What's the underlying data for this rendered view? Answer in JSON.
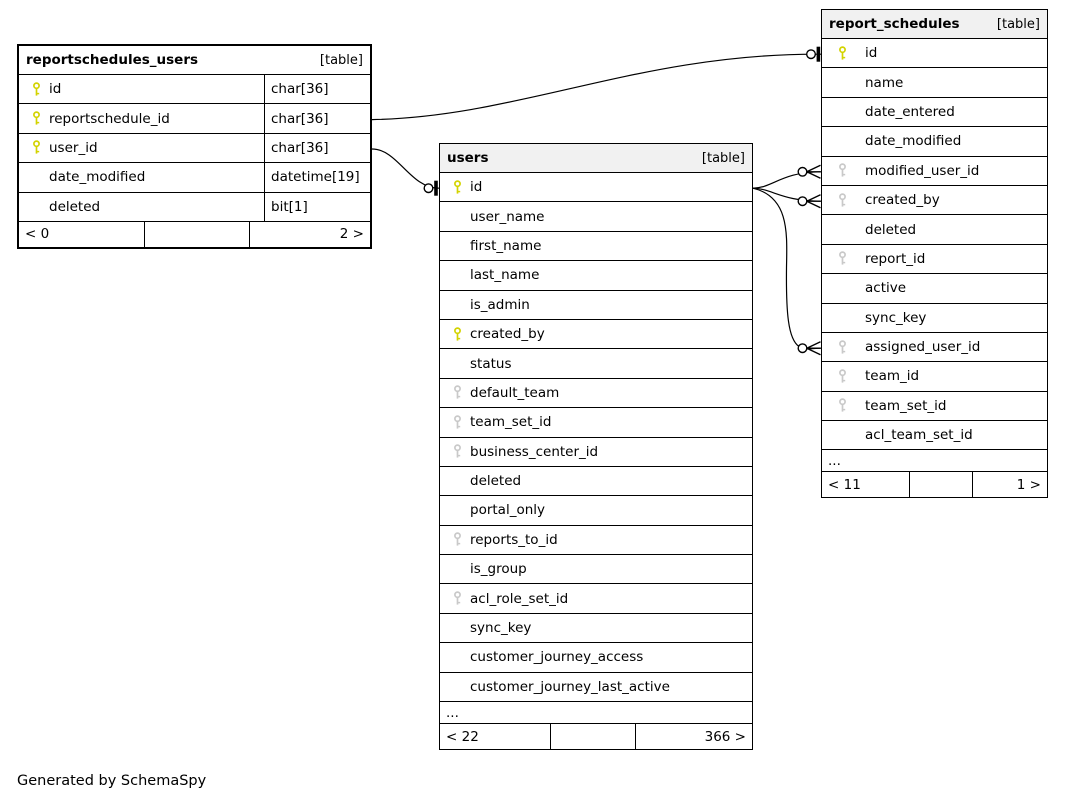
{
  "credit": "Generated by SchemaSpy",
  "key_colors": {
    "primary_key": "#d3d300",
    "foreign_key": "#c9c9c9"
  },
  "tables": [
    {
      "title": "reportschedules_users",
      "badge": "[table]",
      "columns": [
        {
          "name": "id",
          "type": "char[36]",
          "key": "primary"
        },
        {
          "name": "reportschedule_id",
          "type": "char[36]",
          "key": "primary"
        },
        {
          "name": "user_id",
          "type": "char[36]",
          "key": "primary"
        },
        {
          "name": "date_modified",
          "type": "datetime[19]",
          "key": "none"
        },
        {
          "name": "deleted",
          "type": "bit[1]",
          "key": "none"
        }
      ],
      "footer": {
        "left": "< 0",
        "right": "2 >"
      }
    },
    {
      "title": "users",
      "badge": "[table]",
      "ellipsis_label": "...",
      "columns": [
        {
          "name": "id",
          "key": "primary"
        },
        {
          "name": "user_name",
          "key": "none"
        },
        {
          "name": "first_name",
          "key": "none"
        },
        {
          "name": "last_name",
          "key": "none"
        },
        {
          "name": "is_admin",
          "key": "none"
        },
        {
          "name": "created_by",
          "key": "primary"
        },
        {
          "name": "status",
          "key": "none"
        },
        {
          "name": "default_team",
          "key": "fk"
        },
        {
          "name": "team_set_id",
          "key": "fk"
        },
        {
          "name": "business_center_id",
          "key": "fk"
        },
        {
          "name": "deleted",
          "key": "none"
        },
        {
          "name": "portal_only",
          "key": "none"
        },
        {
          "name": "reports_to_id",
          "key": "fk"
        },
        {
          "name": "is_group",
          "key": "none"
        },
        {
          "name": "acl_role_set_id",
          "key": "fk"
        },
        {
          "name": "sync_key",
          "key": "none"
        },
        {
          "name": "customer_journey_access",
          "key": "none"
        },
        {
          "name": "customer_journey_last_active",
          "key": "none"
        }
      ],
      "footer": {
        "left": "< 22",
        "right": "366 >"
      }
    },
    {
      "title": "report_schedules",
      "badge": "[table]",
      "ellipsis_label": "...",
      "columns": [
        {
          "name": "id",
          "key": "primary"
        },
        {
          "name": "name",
          "key": "none"
        },
        {
          "name": "date_entered",
          "key": "none"
        },
        {
          "name": "date_modified",
          "key": "none"
        },
        {
          "name": "modified_user_id",
          "key": "fk"
        },
        {
          "name": "created_by",
          "key": "fk"
        },
        {
          "name": "deleted",
          "key": "none"
        },
        {
          "name": "report_id",
          "key": "fk"
        },
        {
          "name": "active",
          "key": "none"
        },
        {
          "name": "sync_key",
          "key": "none"
        },
        {
          "name": "assigned_user_id",
          "key": "fk"
        },
        {
          "name": "team_id",
          "key": "fk"
        },
        {
          "name": "team_set_id",
          "key": "fk"
        },
        {
          "name": "acl_team_set_id",
          "key": "none"
        }
      ],
      "footer": {
        "left": "< 11",
        "right": "1 >"
      }
    }
  ],
  "relationships": [
    {
      "from": "reportschedules_users.reportschedule_id",
      "to": "report_schedules.id",
      "end_marker": "circle-tee"
    },
    {
      "from": "reportschedules_users.user_id",
      "to": "users.id",
      "end_marker": "circle-tee"
    },
    {
      "from": "report_schedules.modified_user_id",
      "to": "users.id",
      "end_marker": "circle-crow"
    },
    {
      "from": "report_schedules.created_by",
      "to": "users.id",
      "end_marker": "circle-crow"
    },
    {
      "from": "report_schedules.assigned_user_id",
      "to": "users.id",
      "end_marker": "circle-crow"
    }
  ]
}
